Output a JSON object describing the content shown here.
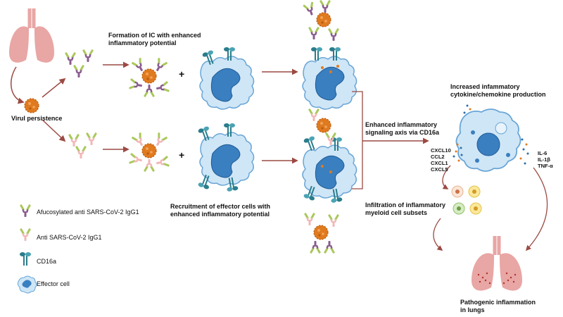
{
  "labels": {
    "viral_persistence": "Virul persistence",
    "formation_ic": [
      "Formation of IC with enhanced",
      "inflammatory potential"
    ],
    "recruitment": [
      "Recruitment of effector cells with",
      "enhanced inflammatory potential"
    ],
    "enhanced_signaling": [
      "Enhanced inflammatory",
      "signaling axis via CD16a"
    ],
    "infiltration": [
      "Infiltration of inflammatory",
      "myeloid cell subsets"
    ],
    "cytokine_production": [
      "Increased infammatory",
      "cytokine/chemokine production"
    ],
    "pathogenic": [
      "Pathogenic inflammation",
      "in lungs"
    ],
    "plus": "+"
  },
  "chemokines": [
    "CXCL10",
    "CCL2",
    "CXCL1",
    "CXCL5"
  ],
  "cytokines": [
    "IL-6",
    "IL-1β",
    "TNF-α"
  ],
  "legend": [
    {
      "icon": "afucosylated-igg1-icon",
      "label": "Afucosylated anti SARS-CoV-2 IgG1"
    },
    {
      "icon": "anti-igg1-icon",
      "label": "Anti SARS-CoV-2 IgG1"
    },
    {
      "icon": "cd16a-icon",
      "label": "CD16a"
    },
    {
      "icon": "effector-cell-icon",
      "label": "Effector cell"
    }
  ],
  "colors": {
    "arrow": "#9b4a43",
    "lung": "#e8a6a4",
    "lung_dark": "#c96d6b",
    "virus": "#e07a1f",
    "cell": "#cfe6f7",
    "cell_border": "#6aa6d6",
    "nucleus": "#2d6ea8",
    "antibody_green": "#a9c85a",
    "antibody_pink": "#f2b6b6",
    "antibody_purple": "#8a5b8f",
    "receptor": "#2a7d8c"
  }
}
